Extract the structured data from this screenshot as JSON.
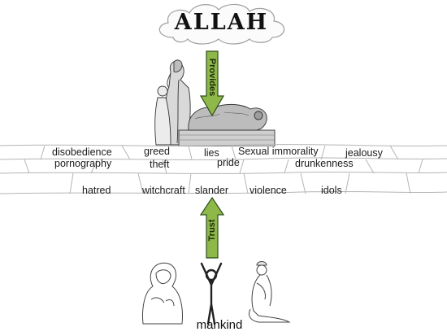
{
  "diagram": {
    "title": "ALLAH",
    "arrow_down_label": "Provides",
    "arrow_up_label": "Trust",
    "bottom_label": "mankind",
    "sins": [
      "disobedience",
      "greed",
      "lies",
      "Sexual immorality",
      "jealousy",
      "pornography",
      "theft",
      "pride",
      "drunkenness",
      "hatred",
      "witchcraft",
      "slander",
      "violence",
      "idols"
    ],
    "colors": {
      "arrow_fill": "#8fb84a",
      "arrow_stroke": "#2f4f1d",
      "wall_stroke": "#b5b5b5",
      "cloud_stroke": "#9a9a9a"
    },
    "icons": {
      "top": "cloud-icon",
      "scene": "sacrifice-scene-illustration",
      "people": [
        "veiled-woman-praying-icon",
        "person-arms-raised-icon",
        "kneeling-man-praying-icon"
      ]
    }
  }
}
